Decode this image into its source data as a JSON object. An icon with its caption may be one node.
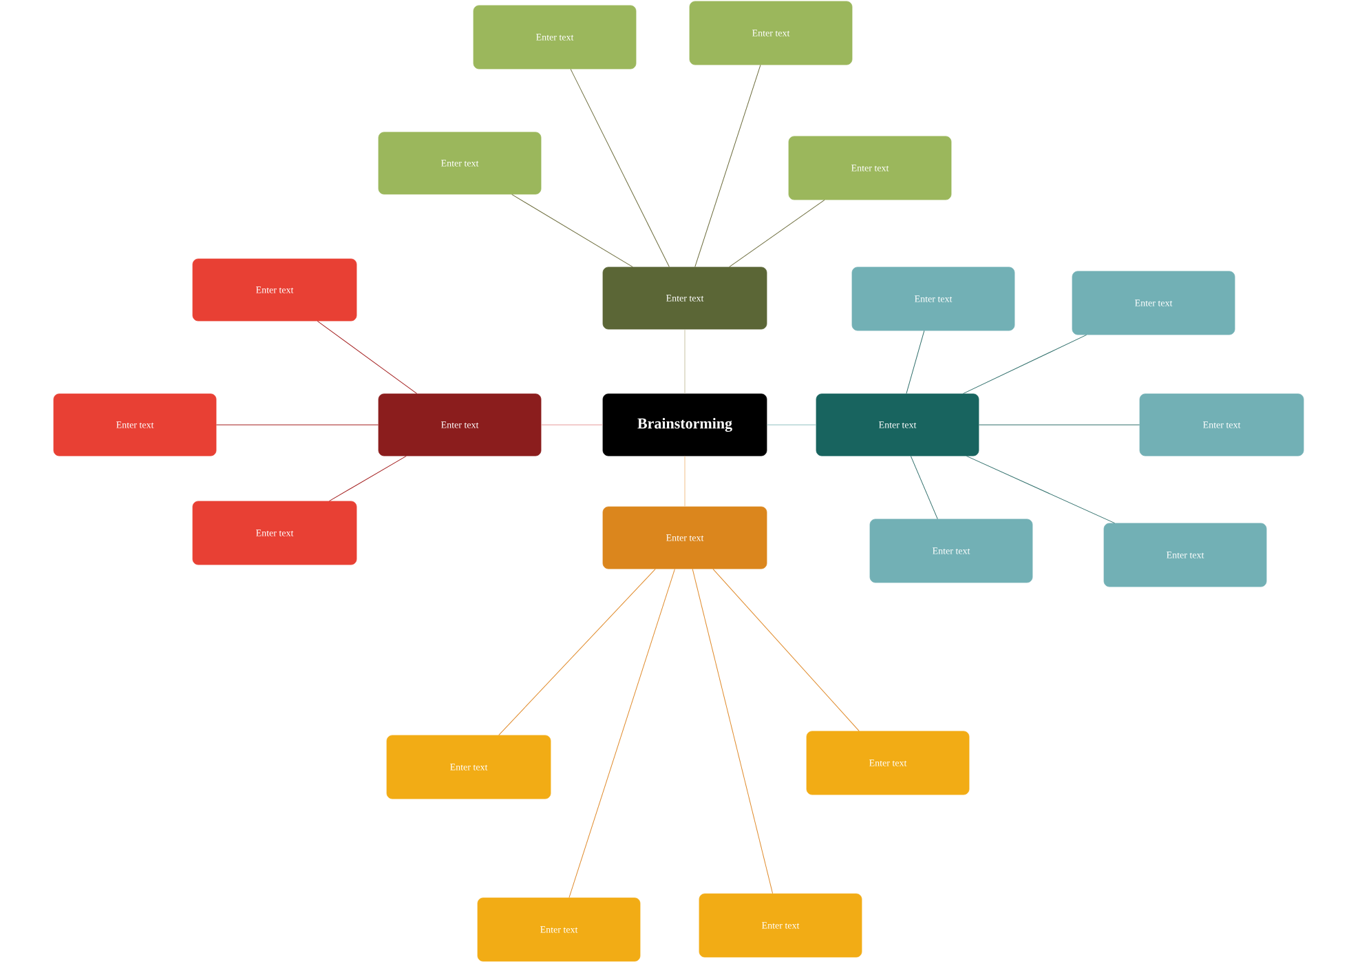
{
  "diagram": {
    "nodes": [
      {
        "text": [
          "Brainstorming"
        ]
      },
      {
        "text": [
          "Enter text"
        ]
      },
      {
        "text": [
          "Enter text"
        ]
      },
      {
        "text": [
          "Enter text"
        ]
      },
      {
        "text": [
          "Enter text"
        ]
      },
      {
        "text": [
          "Enter text"
        ]
      },
      {
        "text": [
          "Enter text"
        ]
      },
      {
        "text": [
          "Enter text"
        ]
      },
      {
        "text": [
          "Enter text"
        ]
      },
      {
        "text": [
          "Enter text"
        ]
      },
      {
        "text": [
          "Enter text"
        ]
      },
      {
        "text": [
          "Enter text"
        ]
      },
      {
        "text": [
          "Enter text"
        ]
      },
      {
        "text": [
          "Enter text"
        ]
      },
      {
        "text": [
          "Enter text"
        ]
      },
      {
        "text": [
          "Enter text"
        ]
      },
      {
        "text": [
          "Enter text"
        ]
      },
      {
        "text": [
          "Enter text"
        ]
      },
      {
        "text": [
          "Enter text"
        ]
      },
      {
        "text": [
          "Enter text"
        ]
      },
      {
        "text": [
          "Enter text"
        ]
      }
    ],
    "edges": [
      {
        "from": 0,
        "to": 1,
        "arrow": "none",
        "color": "#c8c2a4"
      },
      {
        "from": 0,
        "to": 2,
        "arrow": "none",
        "color": "#e89a9a"
      },
      {
        "from": 0,
        "to": 3,
        "arrow": "none",
        "color": "#8fc0c0"
      },
      {
        "from": 0,
        "to": 4,
        "arrow": "none",
        "color": "#f2c088"
      },
      {
        "from": 1,
        "to": 5,
        "arrow": "none",
        "color": "#6b6b3a"
      },
      {
        "from": 1,
        "to": 6,
        "arrow": "none",
        "color": "#6b6b3a"
      },
      {
        "from": 1,
        "to": 7,
        "arrow": "none",
        "color": "#6b6b3a"
      },
      {
        "from": 1,
        "to": 8,
        "arrow": "none",
        "color": "#6b6b3a"
      },
      {
        "from": 2,
        "to": 9,
        "arrow": "none",
        "color": "#a31d1d"
      },
      {
        "from": 2,
        "to": 10,
        "arrow": "none",
        "color": "#a31d1d"
      },
      {
        "from": 2,
        "to": 11,
        "arrow": "none",
        "color": "#a31d1d"
      },
      {
        "from": 3,
        "to": 12,
        "arrow": "none",
        "color": "#2e6e6a"
      },
      {
        "from": 3,
        "to": 13,
        "arrow": "none",
        "color": "#2e6e6a"
      },
      {
        "from": 3,
        "to": 14,
        "arrow": "none",
        "color": "#2e6e6a"
      },
      {
        "from": 3,
        "to": 15,
        "arrow": "none",
        "color": "#2e6e6a"
      },
      {
        "from": 3,
        "to": 16,
        "arrow": "none",
        "color": "#2e6e6a"
      },
      {
        "from": 4,
        "to": 17,
        "arrow": "none",
        "color": "#e08a2a"
      },
      {
        "from": 4,
        "to": 18,
        "arrow": "none",
        "color": "#e08a2a"
      },
      {
        "from": 4,
        "to": 19,
        "arrow": "none",
        "color": "#e08a2a"
      },
      {
        "from": 4,
        "to": 20,
        "arrow": "none",
        "color": "#e08a2a"
      }
    ]
  }
}
